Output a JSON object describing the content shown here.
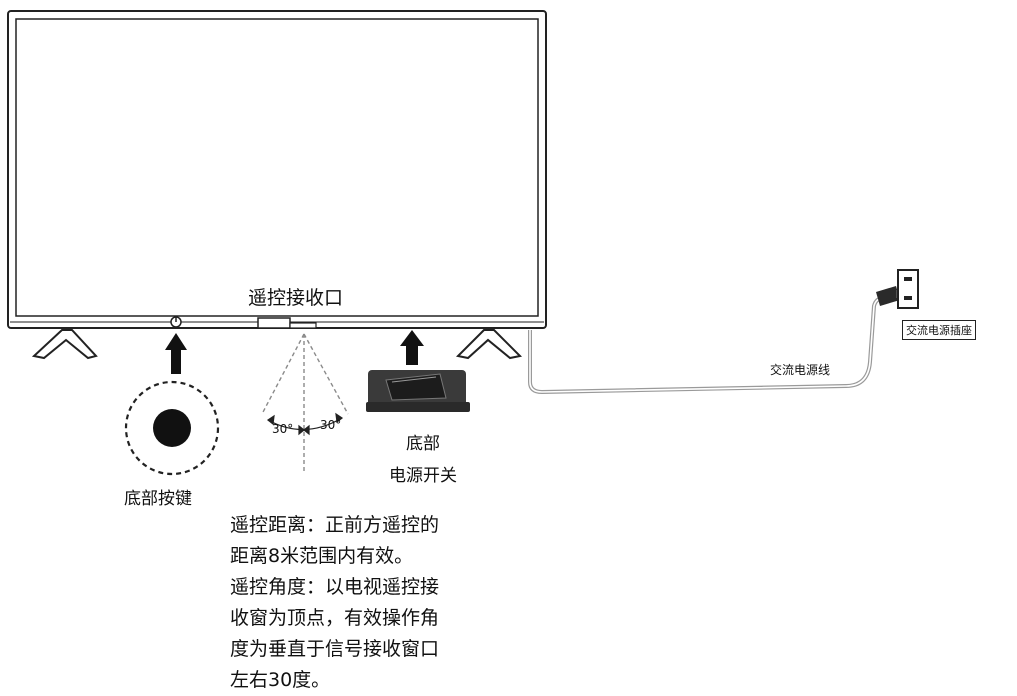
{
  "labels": {
    "remote_receiver": "遥控接收口",
    "bottom_button": "底部按键",
    "power_switch_line1": "底部",
    "power_switch_line2": "电源开关",
    "power_cord": "交流电源线",
    "ac_socket": "交流电源插座",
    "angle_left": "30°",
    "angle_right": "30°"
  },
  "description": [
    "遥控距离：正前方遥控的",
    "距离8米范围内有效。",
    "遥控角度：以电视遥控接",
    "收窗为顶点，有效操作角",
    "度为垂直于信号接收窗口",
    "左右30度。"
  ],
  "colors": {
    "line": "#222222",
    "cord": "#9a9a9a",
    "dashed": "#8a8a8a",
    "switch": "#3a3a3a"
  }
}
